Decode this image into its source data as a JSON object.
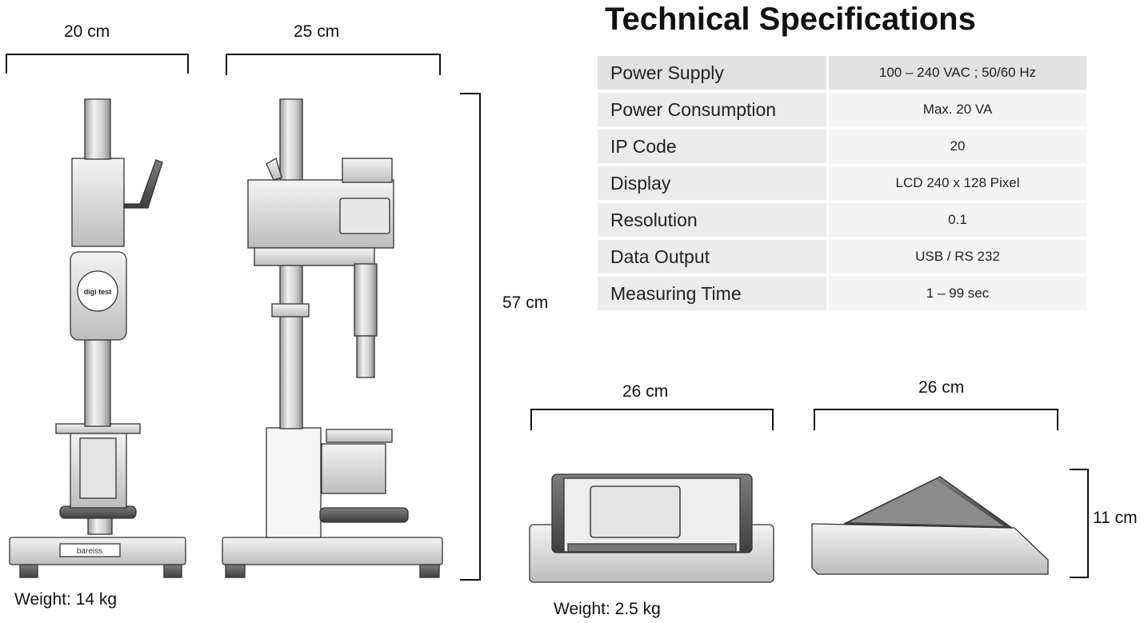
{
  "title": "Technical Specifications",
  "specs": [
    {
      "label": "Power Supply",
      "value": "100 – 240 VAC ; 50/60 Hz"
    },
    {
      "label": "Power Consumption",
      "value": "Max. 20 VA"
    },
    {
      "label": "IP Code",
      "value": "20"
    },
    {
      "label": "Display",
      "value": "LCD 240 x 128 Pixel"
    },
    {
      "label": "Resolution",
      "value": "0.1"
    },
    {
      "label": "Data Output",
      "value": "USB / RS 232"
    },
    {
      "label": "Measuring Time",
      "value": "1 – 99 sec"
    }
  ],
  "dimensions": {
    "stand_front_width": "20 cm",
    "stand_side_width": "25 cm",
    "stand_height": "57 cm",
    "unit_front_width": "26 cm",
    "unit_side_width": "26 cm",
    "unit_height": "11 cm"
  },
  "weights": {
    "stand": "Weight: 14 kg",
    "unit": "Weight: 2.5 kg"
  },
  "device_text": {
    "gauge_brand": "digi test",
    "base_brand": "bareiss"
  }
}
